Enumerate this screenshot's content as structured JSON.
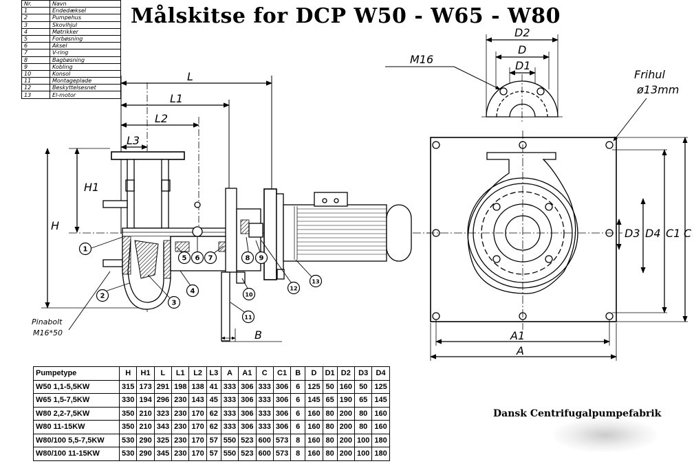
{
  "title": "Målskitse for DCP W50 - W65 - W80",
  "parts_list": {
    "header": {
      "nr": "Nr.",
      "name": "Navn"
    },
    "items": [
      {
        "nr": "1",
        "name": "Endedæksel"
      },
      {
        "nr": "2",
        "name": "Pumpehus"
      },
      {
        "nr": "3",
        "name": "Skovlhjul"
      },
      {
        "nr": "4",
        "name": "Møtrikker"
      },
      {
        "nr": "5",
        "name": "Forbøsning"
      },
      {
        "nr": "6",
        "name": "Aksel"
      },
      {
        "nr": "7",
        "name": "V-ring"
      },
      {
        "nr": "8",
        "name": "Bagbøsning"
      },
      {
        "nr": "9",
        "name": "Kobling"
      },
      {
        "nr": "10",
        "name": "Konsol"
      },
      {
        "nr": "11",
        "name": "Montageplade"
      },
      {
        "nr": "12",
        "name": "Beskyttelsesnet"
      },
      {
        "nr": "13",
        "name": "El-motor"
      }
    ]
  },
  "side_view": {
    "dim_labels": {
      "L": "L",
      "L1": "L1",
      "L2": "L2",
      "L3": "L3",
      "H": "H",
      "H1": "H1",
      "B": "B"
    },
    "pin_bolt_label": {
      "line1": "Pinabolt",
      "line2": "M16*50"
    },
    "balloons": [
      "1",
      "2",
      "3",
      "4",
      "5",
      "6",
      "7",
      "8",
      "9",
      "10",
      "11",
      "12",
      "13"
    ]
  },
  "flange_view": {
    "dim_labels": {
      "D2": "D2",
      "D": "D",
      "D1": "D1"
    },
    "bolt_label": "M16"
  },
  "front_view": {
    "hole_label": {
      "line1": "Frihul",
      "line2": "ø13mm"
    },
    "dim_labels": {
      "D3": "D3",
      "D4": "D4",
      "C1": "C1",
      "C": "C",
      "A1": "A1",
      "A": "A"
    }
  },
  "dimensions_table": {
    "headers": [
      "Pumpetype",
      "H",
      "H1",
      "L",
      "L1",
      "L2",
      "L3",
      "A",
      "A1",
      "C",
      "C1",
      "B",
      "D",
      "D1",
      "D2",
      "D3",
      "D4"
    ],
    "rows": [
      [
        "W50 1,1-5,5KW",
        "315",
        "173",
        "291",
        "198",
        "138",
        "41",
        "333",
        "306",
        "333",
        "306",
        "6",
        "125",
        "50",
        "160",
        "50",
        "125"
      ],
      [
        "W65 1,5-7,5KW",
        "330",
        "194",
        "296",
        "230",
        "143",
        "45",
        "333",
        "306",
        "333",
        "306",
        "6",
        "145",
        "65",
        "190",
        "65",
        "145"
      ],
      [
        "W80 2,2-7,5KW",
        "350",
        "210",
        "323",
        "230",
        "170",
        "62",
        "333",
        "306",
        "333",
        "306",
        "6",
        "160",
        "80",
        "200",
        "80",
        "160"
      ],
      [
        "W80 11-15KW",
        "350",
        "210",
        "343",
        "230",
        "170",
        "62",
        "333",
        "306",
        "333",
        "306",
        "6",
        "160",
        "80",
        "200",
        "80",
        "160"
      ],
      [
        "W80/100 5,5-7,5KW",
        "530",
        "290",
        "325",
        "230",
        "170",
        "57",
        "550",
        "523",
        "600",
        "573",
        "8",
        "160",
        "80",
        "200",
        "100",
        "180"
      ],
      [
        "W80/100 11-15KW",
        "530",
        "290",
        "345",
        "230",
        "170",
        "57",
        "550",
        "523",
        "600",
        "573",
        "8",
        "160",
        "80",
        "200",
        "100",
        "180"
      ]
    ]
  },
  "company": "Dansk Centrifugalpumpefabrik"
}
